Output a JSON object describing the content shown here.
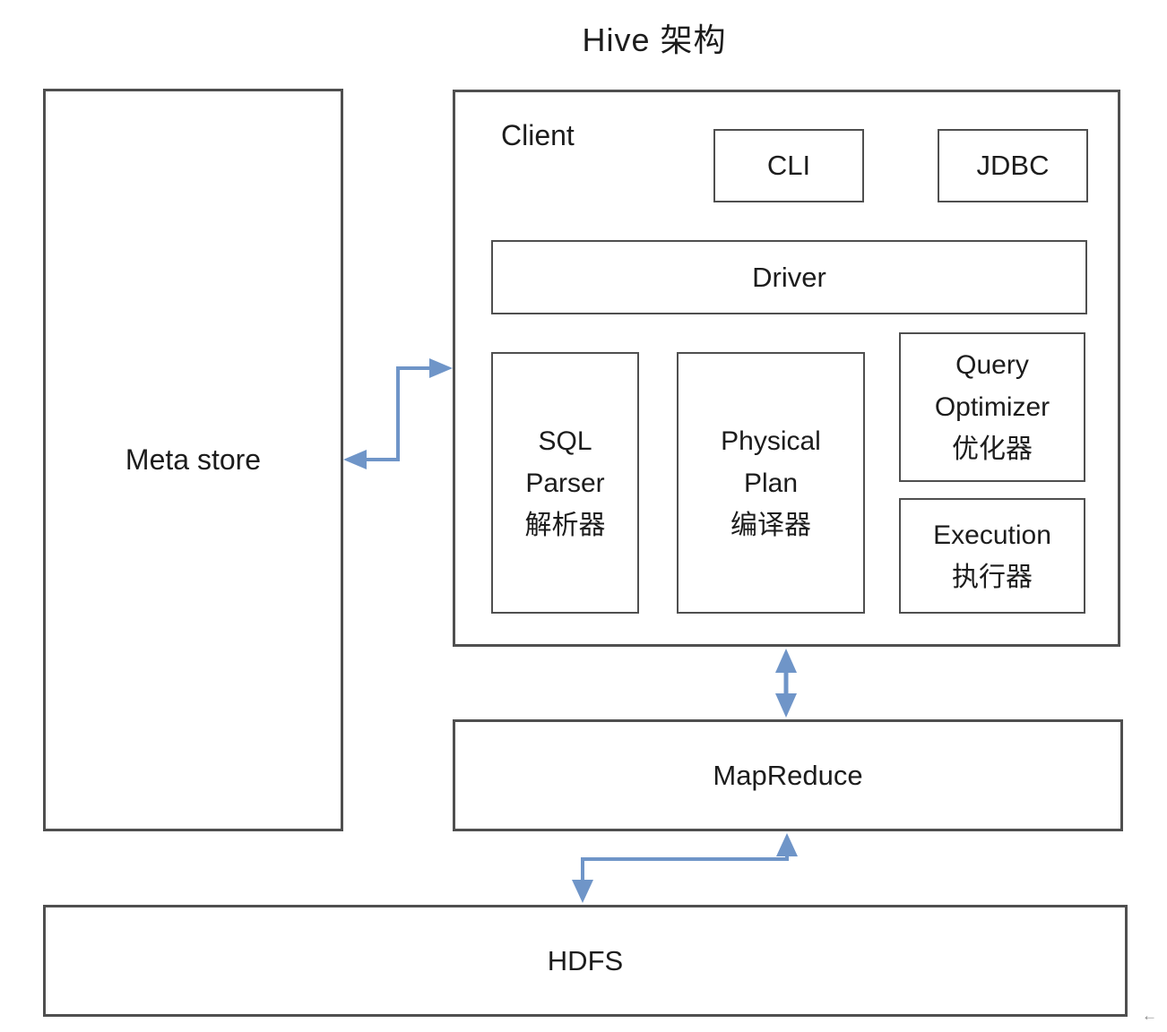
{
  "title": "Hive 架构",
  "colors": {
    "arrow": "#6f95c8",
    "box_border": "#4f4f4f",
    "text": "#1c1c1c",
    "background": "#ffffff"
  },
  "nodes": {
    "meta_store": {
      "label": "Meta store"
    },
    "client": {
      "label": "Client"
    },
    "cli": {
      "label": "CLI"
    },
    "jdbc": {
      "label": "JDBC"
    },
    "driver": {
      "label": "Driver"
    },
    "sql_parser": {
      "lines": [
        "SQL",
        "Parser",
        "解析器"
      ]
    },
    "physical_plan": {
      "lines": [
        "Physical",
        "Plan",
        "编译器"
      ]
    },
    "query_optimizer": {
      "lines": [
        "Query",
        "Optimizer",
        "优化器"
      ]
    },
    "execution": {
      "lines": [
        "Execution",
        "执行器"
      ]
    },
    "mapreduce": {
      "label": "MapReduce"
    },
    "hdfs": {
      "label": "HDFS"
    }
  },
  "connections": [
    {
      "from": "Client",
      "to": "Meta store",
      "style": "stepped",
      "direction": "bidirectional"
    },
    {
      "from": "Client",
      "to": "MapReduce",
      "style": "straight",
      "direction": "bidirectional"
    },
    {
      "from": "MapReduce",
      "to": "HDFS",
      "style": "stepped",
      "direction": "bidirectional"
    }
  ],
  "artifact": {
    "glyph": "←"
  }
}
